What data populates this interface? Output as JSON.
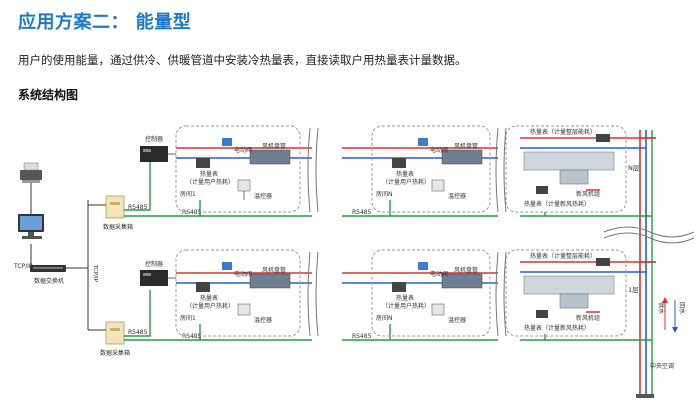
{
  "title": "应用方案二： 能量型",
  "subtitle": "用户的使用能量，通过供冷、供暖管道中安装冷热量表，直接读取户用热量表计量数据。",
  "section_title": "系统结构图",
  "labels": {
    "tcpip": "TCP/IP",
    "switch": "数据交换机",
    "collector": "数据采集箱",
    "rs485": "RS485",
    "controller": "控制器",
    "valve": "电动阀",
    "fancoil": "风机盘管",
    "heat_meter": "热量表",
    "household": "（计量用户热耗）",
    "thermostat": "温控器",
    "room1": "房间1",
    "roomN": "房间N",
    "meter_floor": "热量表（计量整层能耗）",
    "meter_fresh": "热量表（计量新风热耗）",
    "fresh_unit": "新风机组",
    "floor_N": "N层",
    "floor_1": "1层",
    "supply": "供水",
    "return": "回水",
    "central_ac": "中央空调"
  },
  "colors": {
    "title": "#1f78c8",
    "supply_pipe": "#e03030",
    "return_pipe": "#2060d0",
    "rs485_bus": "#22a040",
    "dashed_box": "#9a9a9a"
  }
}
